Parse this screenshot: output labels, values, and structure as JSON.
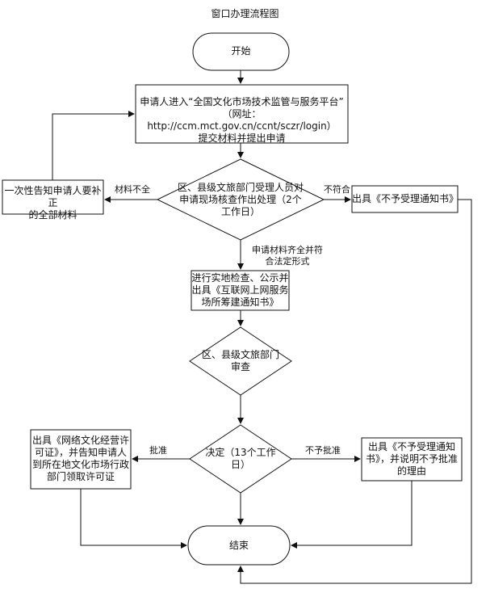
{
  "title": "窗口办理流程图",
  "nodes": {
    "start": "开始",
    "submit": "申请人进入“全国文化市场技术监管与服务平台”\n（网址：http://ccm.mct.gov.cn/ccnt/sczr/login）\n提交材料并提出申请",
    "accept": "区、县级文旅部门受理人员对\n申请现场核查作出处理（2个\n工作日）",
    "supplement": "一次性告知申请人要补正\n的全部材料",
    "reject1": "出具《不予受理通知书》",
    "inspect": "进行实地检查、公示并\n出具《互联网上网服务\n场所筹建通知书》",
    "review": "区、县级文旅部门\n审查",
    "decide": "决定（13个工作\n日）",
    "approve": "出具《网络文化经营许\n可证》，并告知申请人\n到所在地文化市场行政\n部门领取许可证",
    "reject2": "出具《不予受理通知\n书》，并说明不予批准\n的理由",
    "end": "结束"
  },
  "edges": {
    "incomplete": "材料不全",
    "nonconform": "不符合",
    "complete": "申请材料齐全并符\n合法定形式",
    "approved": "批准",
    "denied": "不予批准"
  }
}
